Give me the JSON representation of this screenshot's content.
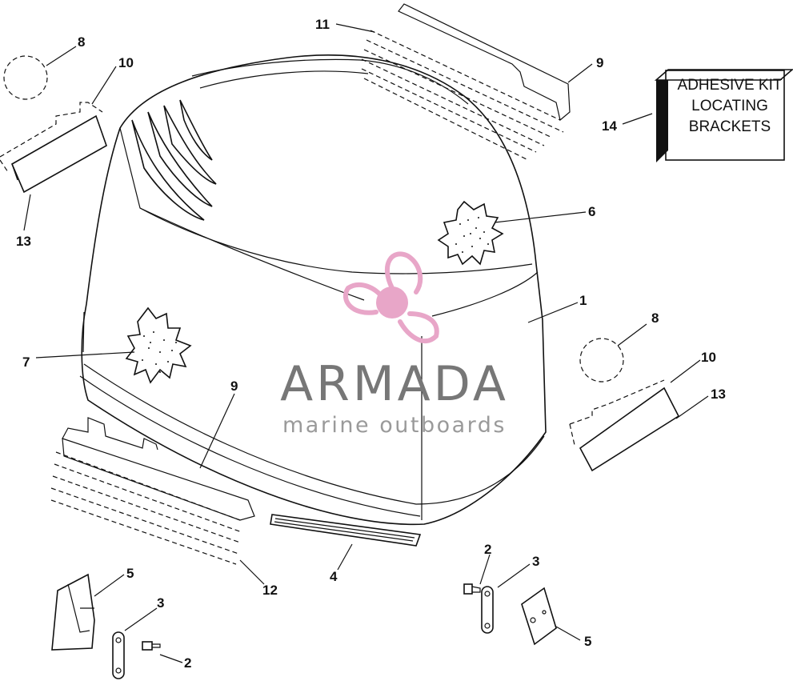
{
  "callouts": {
    "c11": "11",
    "c9_top": "9",
    "c14": "14",
    "c8_left": "8",
    "c10_left": "10",
    "c13_left": "13",
    "c6": "6",
    "c1": "1",
    "c7": "7",
    "c8_right": "8",
    "c10_right": "10",
    "c13_right": "13",
    "c9_bottom": "9",
    "c12": "12",
    "c4": "4",
    "c5_left": "5",
    "c3_left": "3",
    "c2_left": "2",
    "c2_right": "2",
    "c3_right": "3",
    "c5_right": "5"
  },
  "kit_box": {
    "line1": "ADHESIVE KIT",
    "line2": "LOCATING",
    "line3": "BRACKETS"
  },
  "watermark": {
    "brand": "ARMADA",
    "tagline": "marine outboards",
    "logo_color": "#e8a6c8",
    "text_color": "#777777"
  }
}
